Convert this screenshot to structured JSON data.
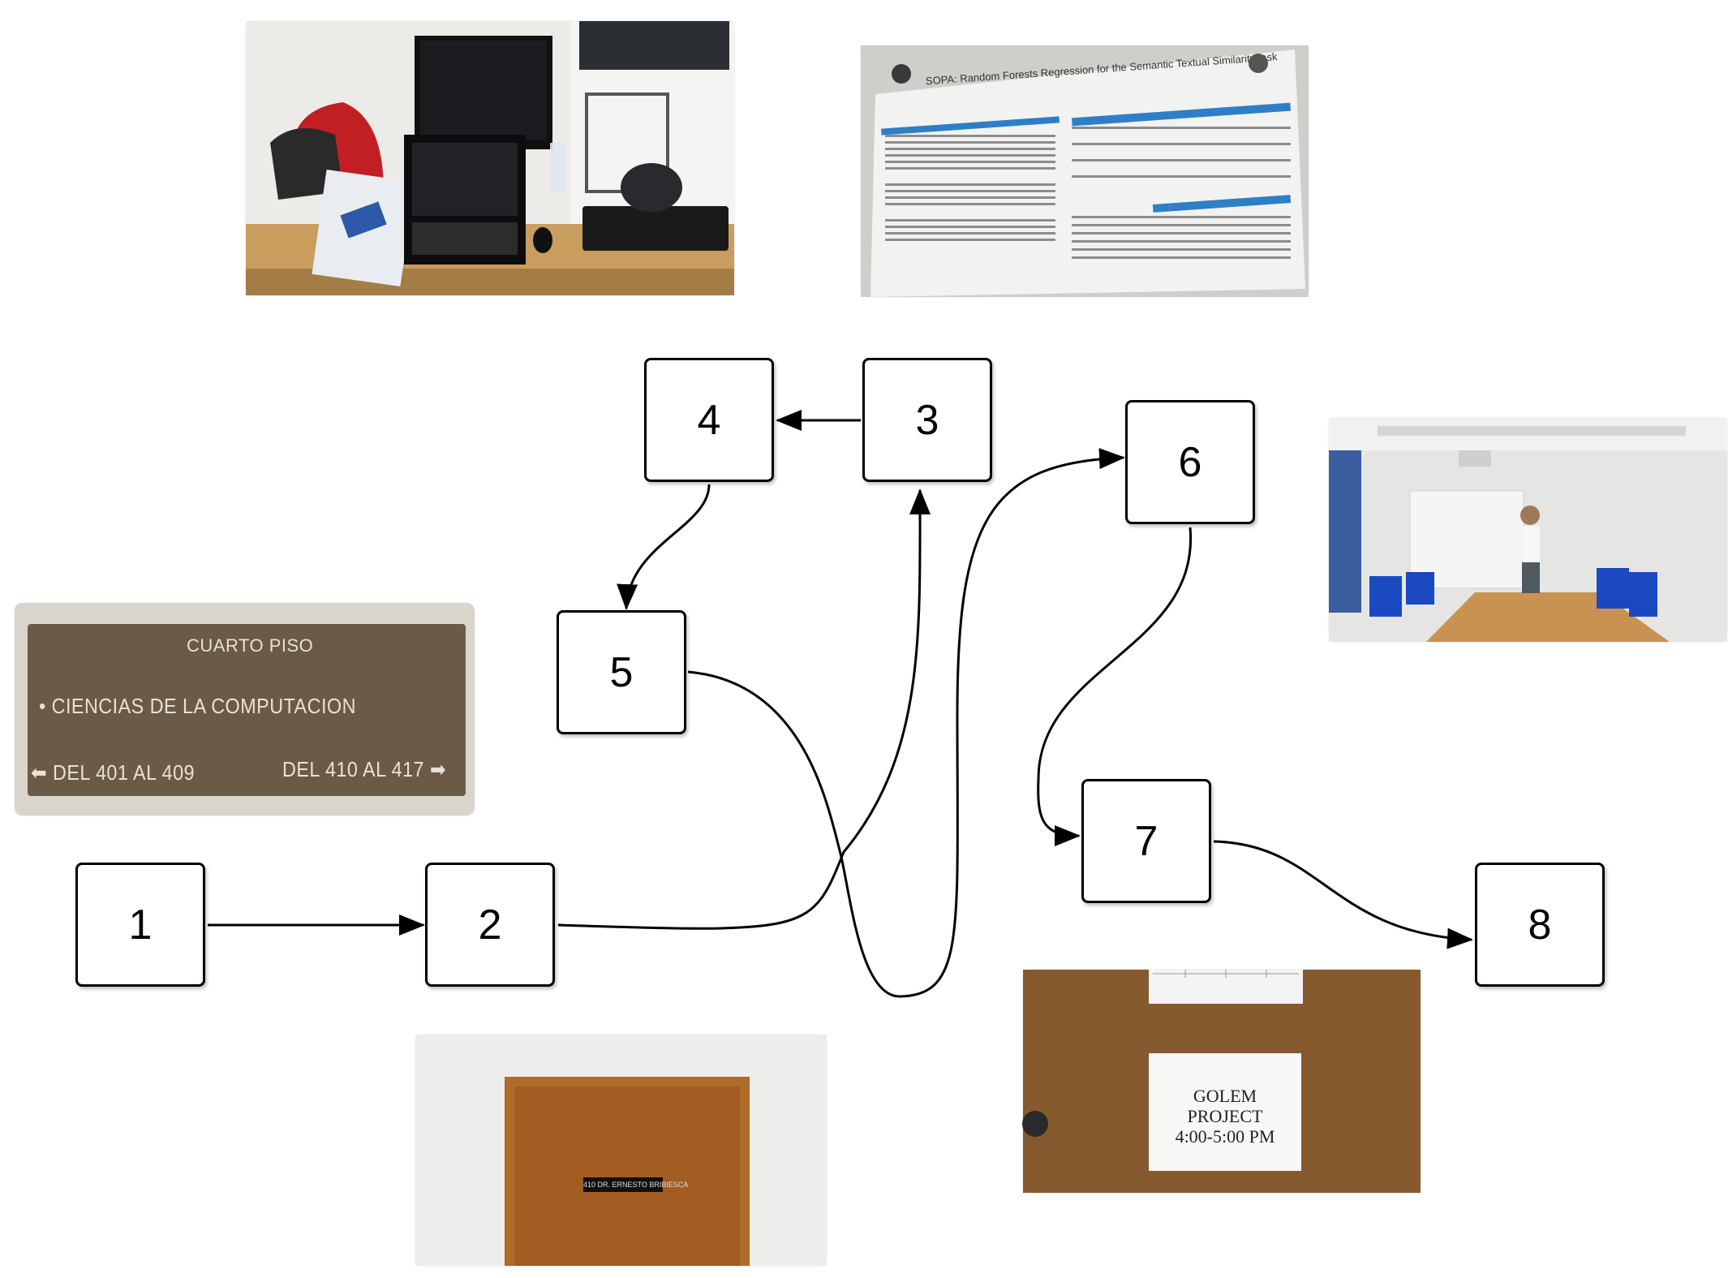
{
  "nodes": [
    {
      "id": "1",
      "label": "1"
    },
    {
      "id": "2",
      "label": "2"
    },
    {
      "id": "3",
      "label": "3"
    },
    {
      "id": "4",
      "label": "4"
    },
    {
      "id": "5",
      "label": "5"
    },
    {
      "id": "6",
      "label": "6"
    },
    {
      "id": "7",
      "label": "7"
    },
    {
      "id": "8",
      "label": "8"
    }
  ],
  "edges": [
    {
      "from": "1",
      "to": "2"
    },
    {
      "from": "2",
      "to": "3"
    },
    {
      "from": "3",
      "to": "4"
    },
    {
      "from": "4",
      "to": "5"
    },
    {
      "from": "5",
      "to": "6"
    },
    {
      "from": "6",
      "to": "7"
    },
    {
      "from": "7",
      "to": "8"
    }
  ],
  "photos": {
    "desk": {
      "name": "desk-photo"
    },
    "poster": {
      "name": "poster-photo",
      "title": "SOPA: Random Forests Regression for the Semantic Textual Similarity task"
    },
    "sign": {
      "name": "floor-sign-photo",
      "line1": "CUARTO PISO",
      "line2": "• CIENCIAS DE LA COMPUTACION",
      "left": "⬅ DEL 401 AL 409",
      "right": "DEL 410 AL 417 ➡"
    },
    "meeting": {
      "name": "meeting-room-photo"
    },
    "door": {
      "name": "office-door-photo",
      "plate": "410   DR. ERNESTO BRIBIESCA"
    },
    "note": {
      "name": "door-note-photo",
      "line1": "GOLEM",
      "line2": "PROJECT",
      "line3": "4:00-5:00 PM"
    }
  },
  "colors": {
    "node_border": "#000000",
    "edge": "#000000"
  }
}
